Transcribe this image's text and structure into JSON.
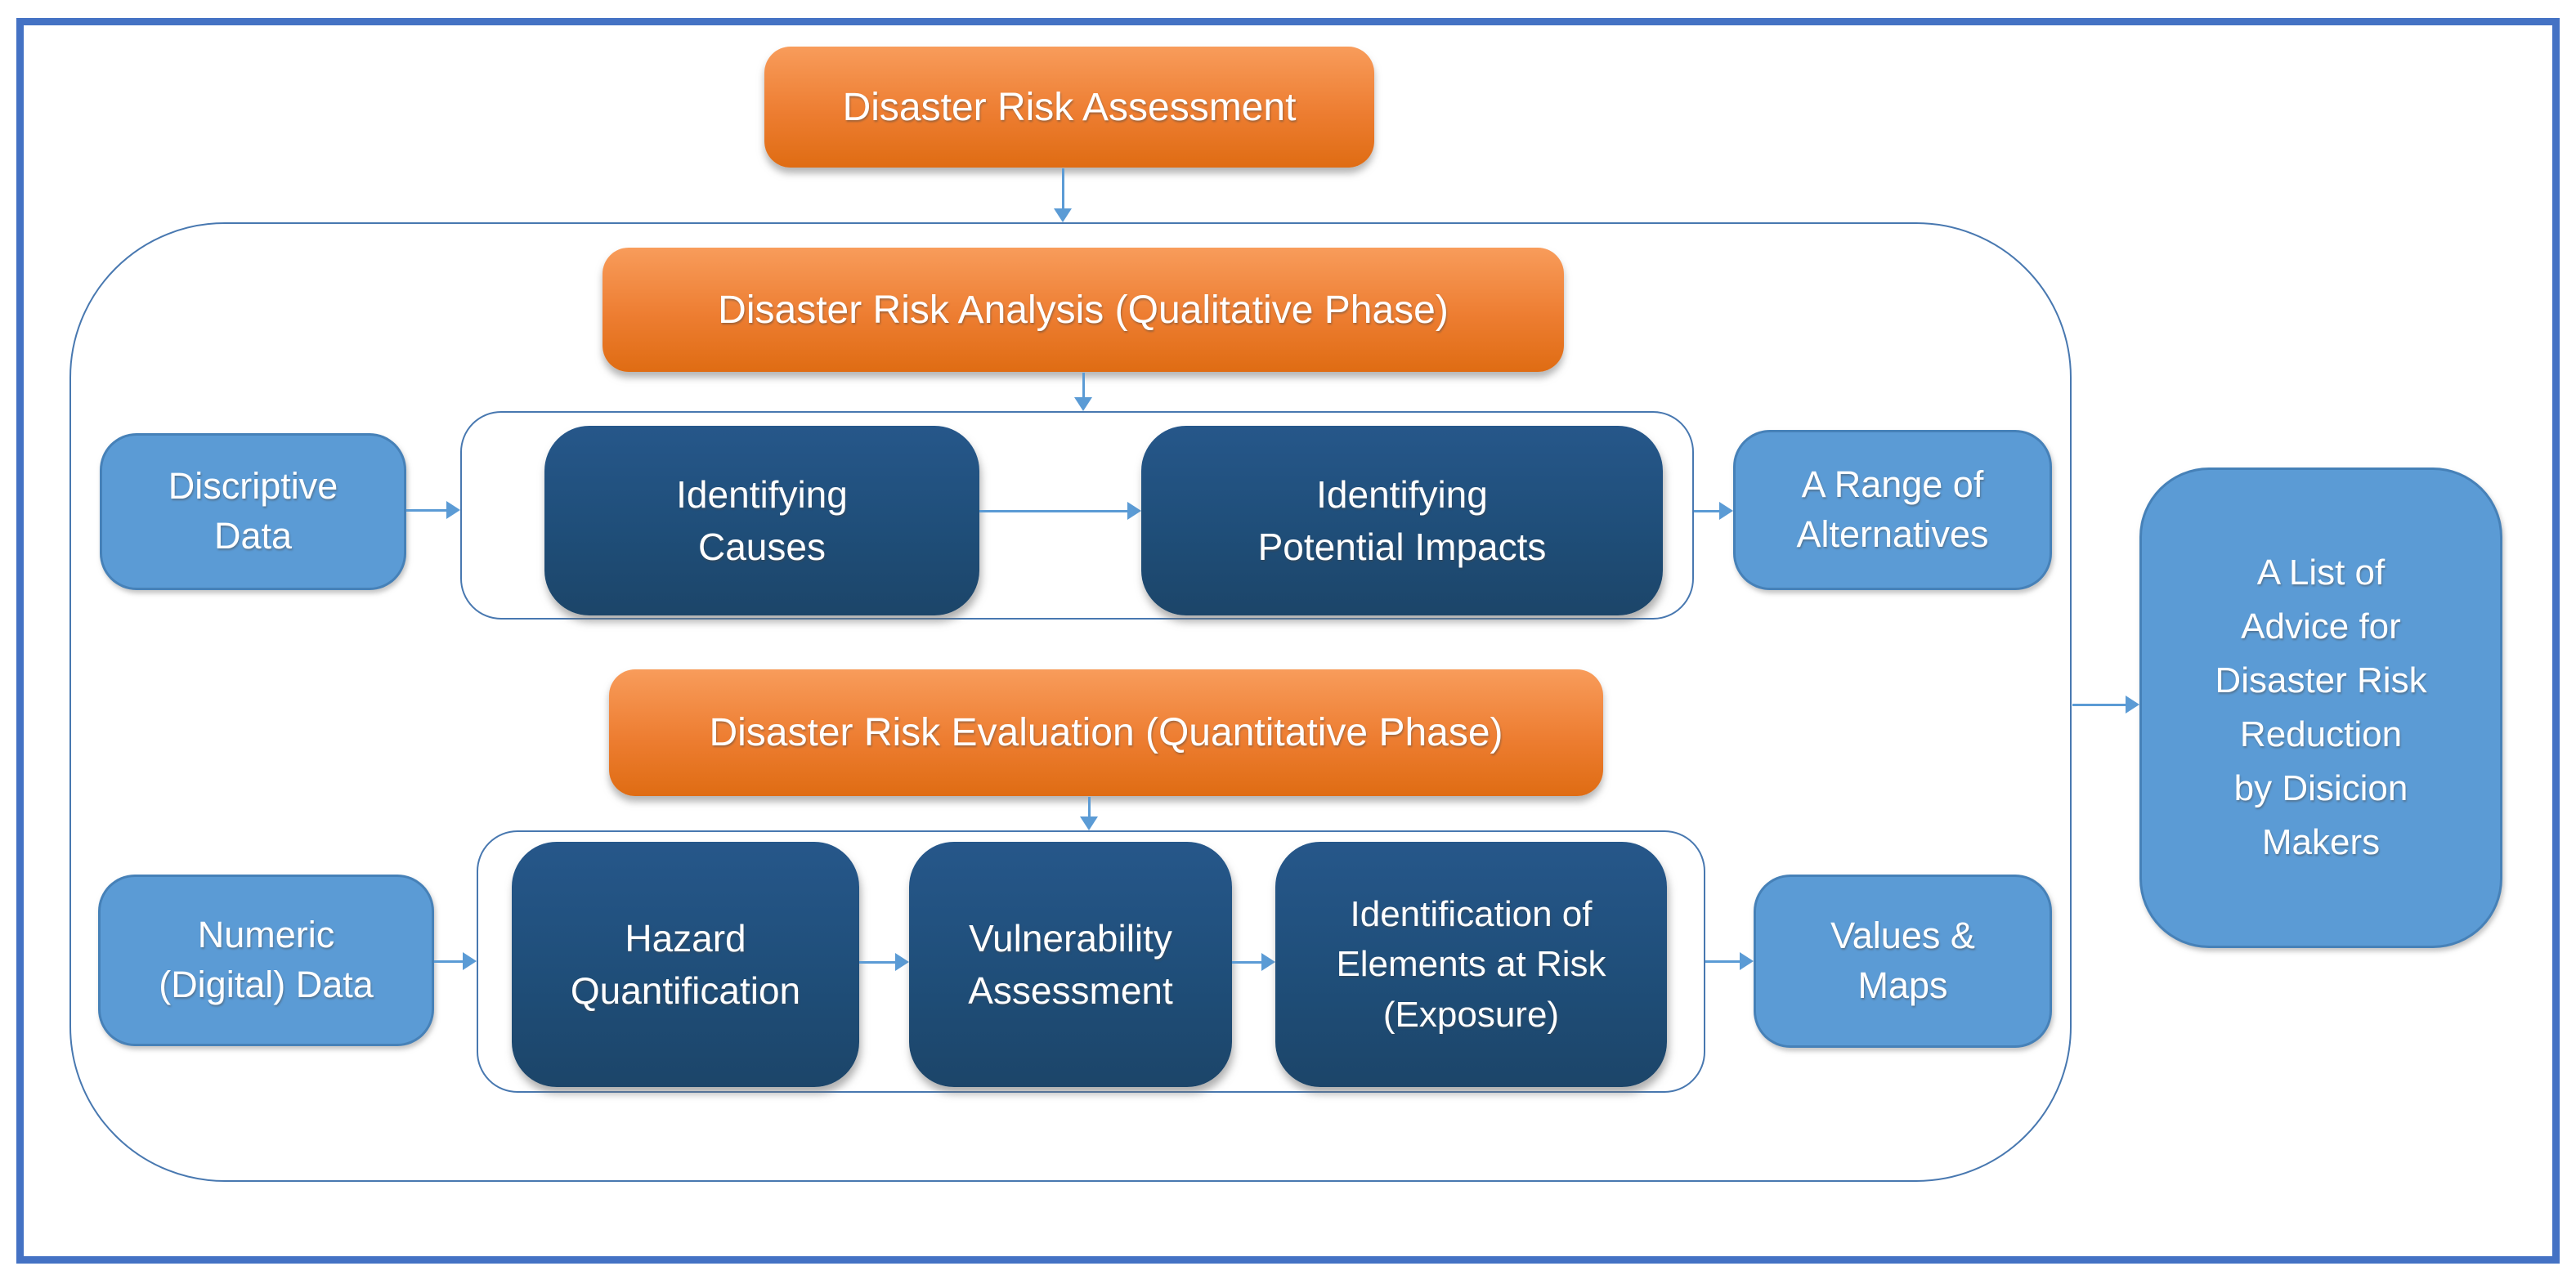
{
  "colors": {
    "orange_top": "#F89C5B",
    "orange": "#ED7D31",
    "orange_bottom": "#DF6C13",
    "navy_top": "#26578A",
    "navy": "#1F4E79",
    "navy_bottom": "#1C4569",
    "light_blue": "#5B9BD5",
    "arrow": "#5B9BD5",
    "line": "#4878B0",
    "outer_border": "#4472C4"
  },
  "top_box": {
    "label": "Disaster Risk Assessment"
  },
  "qualitative": {
    "phase_label": "Disaster Risk Analysis (Qualitative Phase)",
    "input_label": "Discriptive\nData",
    "steps": [
      {
        "label": "Identifying\nCauses"
      },
      {
        "label": "Identifying\nPotential Impacts"
      }
    ],
    "output_label": "A Range of\nAlternatives"
  },
  "quantitative": {
    "phase_label": "Disaster Risk Evaluation (Quantitative Phase)",
    "input_label": "Numeric\n(Digital) Data",
    "steps": [
      {
        "label": "Hazard\nQuantification"
      },
      {
        "label": "Vulnerability\nAssessment"
      },
      {
        "label": "Identification of\nElements at Risk\n(Exposure)"
      }
    ],
    "output_label": "Values &\nMaps"
  },
  "final_box": {
    "label": "A List of\nAdvice for\nDisaster Risk\nReduction\nby Disicion\nMakers"
  }
}
